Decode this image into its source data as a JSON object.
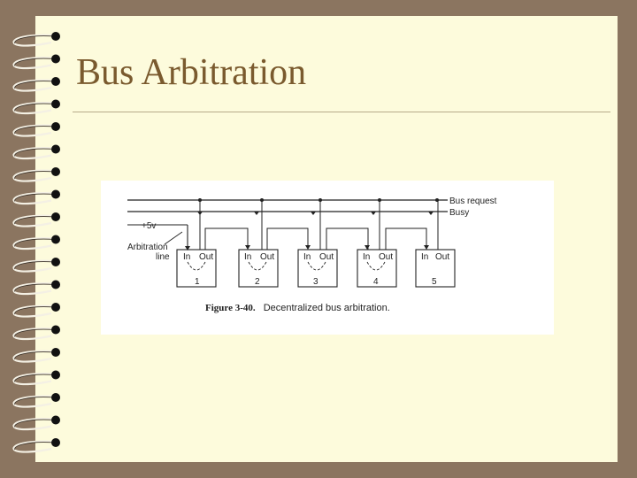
{
  "slide": {
    "title": "Bus Arbitration"
  },
  "figure": {
    "caption_bold": "Figure 3-40.",
    "caption_text": "Decentralized bus arbitration.",
    "labels": {
      "bus_request": "Bus request",
      "busy": "Busy",
      "plus5v": "+5v",
      "arbitration": "Arbitration",
      "line": "line"
    },
    "devices": [
      {
        "in": "In",
        "out": "Out",
        "number": "1"
      },
      {
        "in": "In",
        "out": "Out",
        "number": "2"
      },
      {
        "in": "In",
        "out": "Out",
        "number": "3"
      },
      {
        "in": "In",
        "out": "Out",
        "number": "4"
      },
      {
        "in": "In",
        "out": "Out",
        "number": "5"
      }
    ]
  },
  "colors": {
    "background": "#8b7560",
    "page": "#fdfbdc",
    "title": "#7a5a2e",
    "rule": "#b7ab8a",
    "ink": "#222222"
  }
}
